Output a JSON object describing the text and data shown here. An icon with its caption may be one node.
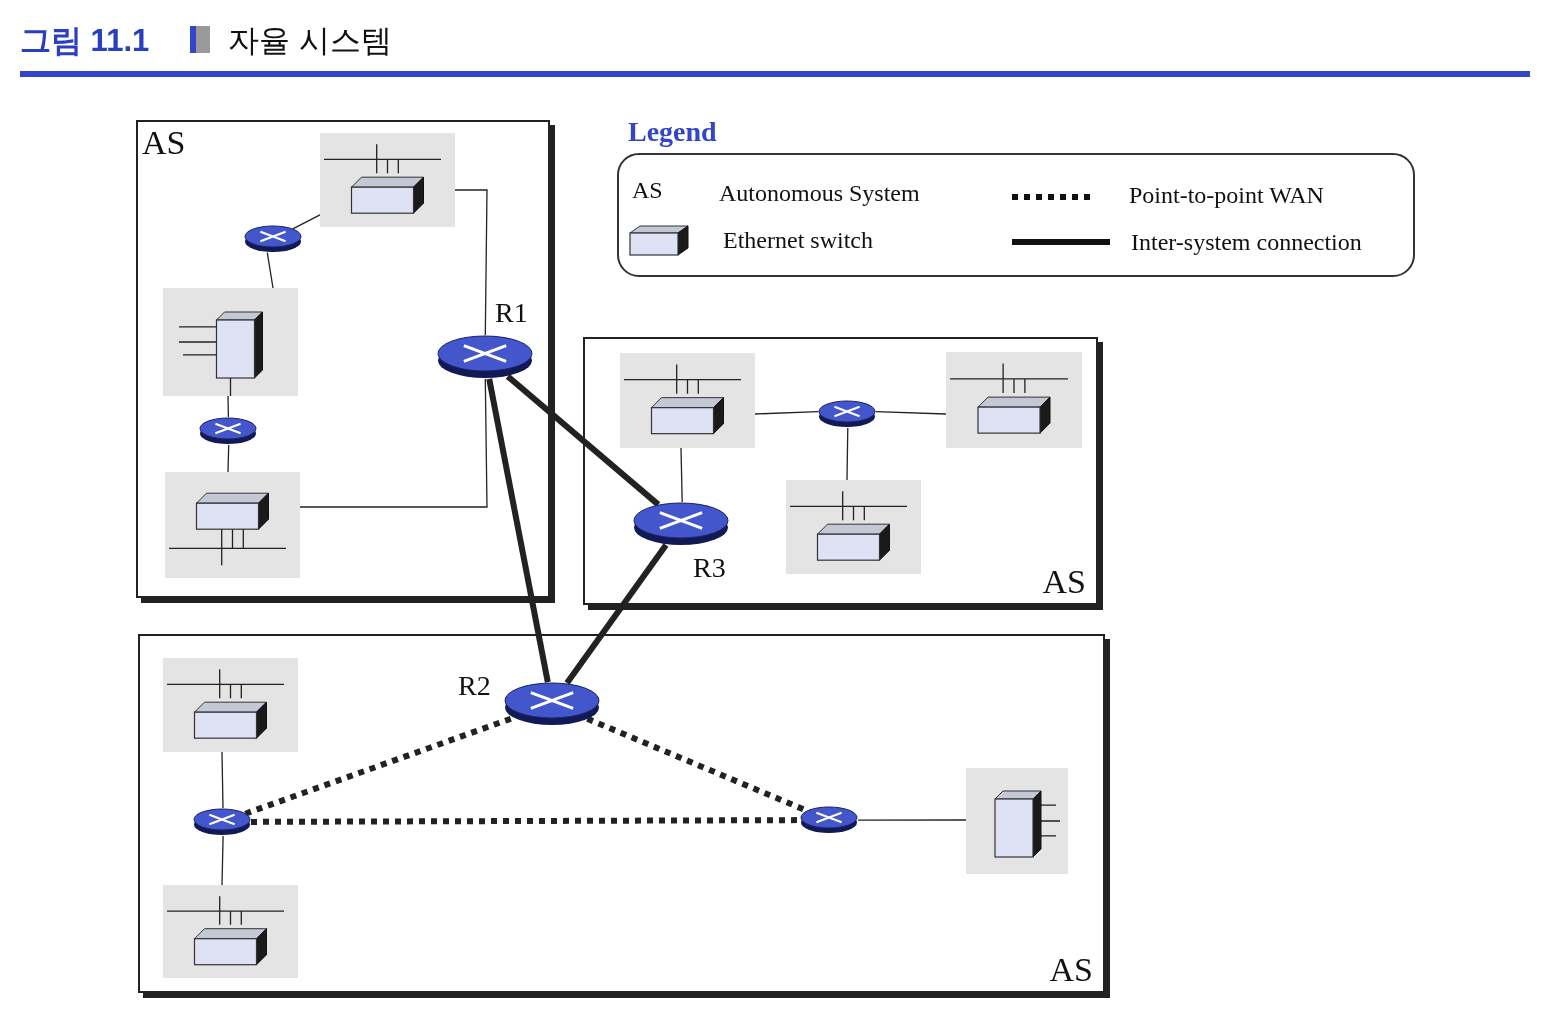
{
  "diagram": {
    "title": "자율 시스템",
    "nodes": [
      {
        "text": [
          "AS"
        ]
      },
      {
        "text": [],
        "shape": "box",
        "in": 0
      },
      {
        "text": [],
        "shape": "ellipse",
        "in": 0
      },
      {
        "text": [],
        "shape": "box",
        "in": 0
      },
      {
        "text": [],
        "shape": "ellipse",
        "in": 0
      },
      {
        "text": [],
        "shape": "box",
        "in": 0
      },
      {
        "text": [
          "R1"
        ],
        "in": 0
      },
      {
        "text": [
          "AS"
        ]
      },
      {
        "text": [],
        "shape": "box",
        "in": 7
      },
      {
        "text": [],
        "shape": "ellipse",
        "in": 7
      },
      {
        "text": [],
        "shape": "box",
        "in": 7
      },
      {
        "text": [],
        "shape": "box",
        "in": 7
      },
      {
        "text": [
          "R3"
        ],
        "in": 7
      },
      {
        "text": [
          "AS"
        ]
      },
      {
        "text": [],
        "shape": "box",
        "in": 13
      },
      {
        "text": [],
        "shape": "ellipse",
        "in": 13
      },
      {
        "text": [],
        "shape": "box",
        "in": 13
      },
      {
        "text": [
          "R2"
        ],
        "in": 13
      },
      {
        "text": [],
        "shape": "ellipse",
        "in": 13
      },
      {
        "text": [],
        "shape": "box",
        "in": 13
      }
    ],
    "edges": [
      {
        "from": 1,
        "to": 2,
        "arrow": "none"
      },
      {
        "from": 2,
        "to": 3,
        "arrow": "none"
      },
      {
        "from": 3,
        "to": 4,
        "arrow": "none"
      },
      {
        "from": 4,
        "to": 5,
        "arrow": "none"
      },
      {
        "from": 5,
        "to": 6,
        "arrow": "none"
      },
      {
        "from": 1,
        "to": 6,
        "arrow": "none"
      },
      {
        "from": 8,
        "to": 9,
        "arrow": "none"
      },
      {
        "from": 9,
        "to": 10,
        "arrow": "none"
      },
      {
        "from": 9,
        "to": 11,
        "arrow": "none"
      },
      {
        "from": 8,
        "to": 12,
        "arrow": "none"
      },
      {
        "from": 14,
        "to": 15,
        "arrow": "none"
      },
      {
        "from": 15,
        "to": 16,
        "arrow": "none"
      },
      {
        "from": 15,
        "to": 17,
        "arrow": "none",
        "style": "dashed"
      },
      {
        "from": 17,
        "to": 18,
        "arrow": "none",
        "style": "dashed"
      },
      {
        "from": 15,
        "to": 18,
        "arrow": "none",
        "style": "dashed"
      },
      {
        "from": 18,
        "to": 19,
        "arrow": "none"
      },
      {
        "from": 6,
        "to": 17,
        "arrow": "none",
        "style": "thick"
      },
      {
        "from": 6,
        "to": 12,
        "arrow": "none",
        "style": "thick"
      },
      {
        "from": 12,
        "to": 17,
        "arrow": "none",
        "style": "thick"
      }
    ],
    "labels": [
      "그림 11.1",
      "Legend",
      "AS"
    ],
    "legend": [
      {
        "text": "Autonomous System"
      },
      {
        "text": "Ethernet switch"
      },
      {
        "text": "Point-to-point WAN"
      },
      {
        "text": "Inter-system connection"
      }
    ]
  }
}
